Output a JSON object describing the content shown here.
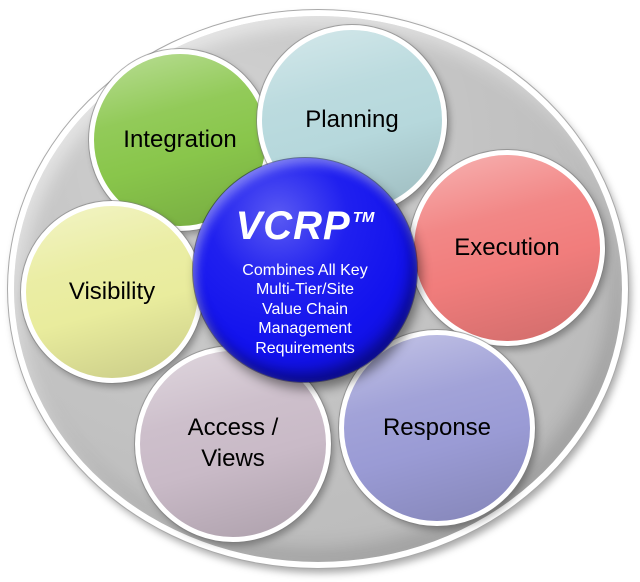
{
  "diagram": {
    "outer_ellipse": {
      "color": "#c0c0c0"
    },
    "center": {
      "name": "VCRP",
      "trademark": "TM",
      "color": "#1212ee",
      "text_color": "#ffffff",
      "description_lines": [
        "Combines All Key",
        "Multi-Tier/Site",
        "Value Chain",
        "Management",
        "Requirements"
      ]
    },
    "petals": [
      {
        "id": "integration",
        "lines": [
          "Integration"
        ],
        "color": "#89c64b"
      },
      {
        "id": "planning",
        "lines": [
          "Planning"
        ],
        "color": "#b6d8dc"
      },
      {
        "id": "execution",
        "lines": [
          "Execution"
        ],
        "color": "#f17d7c"
      },
      {
        "id": "response",
        "lines": [
          "Response"
        ],
        "color": "#9a9bd5"
      },
      {
        "id": "access-views",
        "lines": [
          "Access /",
          "Views"
        ],
        "color": "#c9bac7"
      },
      {
        "id": "visibility",
        "lines": [
          "Visibility"
        ],
        "color": "#e9ec9d"
      }
    ],
    "label_color": "#000000"
  }
}
